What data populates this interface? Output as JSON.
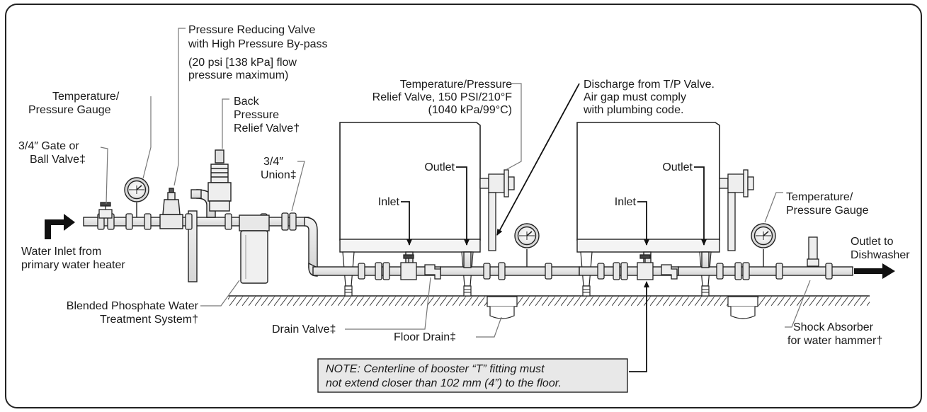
{
  "labels": {
    "prv_line1": "Pressure Reducing Valve",
    "prv_line2": "with High Pressure By-pass",
    "prv_line3": "(20 psi [138 kPa] flow",
    "prv_line4": "pressure maximum)",
    "gauge_left_line1": "Temperature/",
    "gauge_left_line2": "Pressure Gauge",
    "back_pressure_line1": "Back",
    "back_pressure_line2": "Pressure",
    "back_pressure_line3": "Relief Valve†",
    "gate_valve_line1": "3/4″ Gate or",
    "gate_valve_line2": "Ball Valve‡",
    "union_line1": "3/4″",
    "union_line2": "Union‡",
    "tp_relief_line1": "Temperature/Pressure",
    "tp_relief_line2": "Relief Valve, 150 PSI/210°F",
    "tp_relief_line3": "(1040 kPa/99°C)",
    "discharge_line1": "Discharge from T/P Valve.",
    "discharge_line2": "Air gap must comply",
    "discharge_line3": "with plumbing code.",
    "outlet_1": "Outlet",
    "outlet_2": "Outlet",
    "inlet_1": "Inlet",
    "inlet_2": "Inlet",
    "water_inlet_line1": "Water Inlet from",
    "water_inlet_line2": "primary water heater",
    "gauge_right_line1": "Temperature/",
    "gauge_right_line2": "Pressure Gauge",
    "outlet_dishwasher_line1": "Outlet to",
    "outlet_dishwasher_line2": "Dishwasher",
    "phosphate_line1": "Blended Phosphate Water",
    "phosphate_line2": "Treatment System†",
    "drain_valve": "Drain Valve‡",
    "floor_drain": "Floor Drain‡",
    "shock_line1": "Shock Absorber",
    "shock_line2": "for water hammer†",
    "note_line1": "NOTE: Centerline of booster “T” fitting must",
    "note_line2": "not extend closer than 102 mm (4”) to the floor."
  }
}
